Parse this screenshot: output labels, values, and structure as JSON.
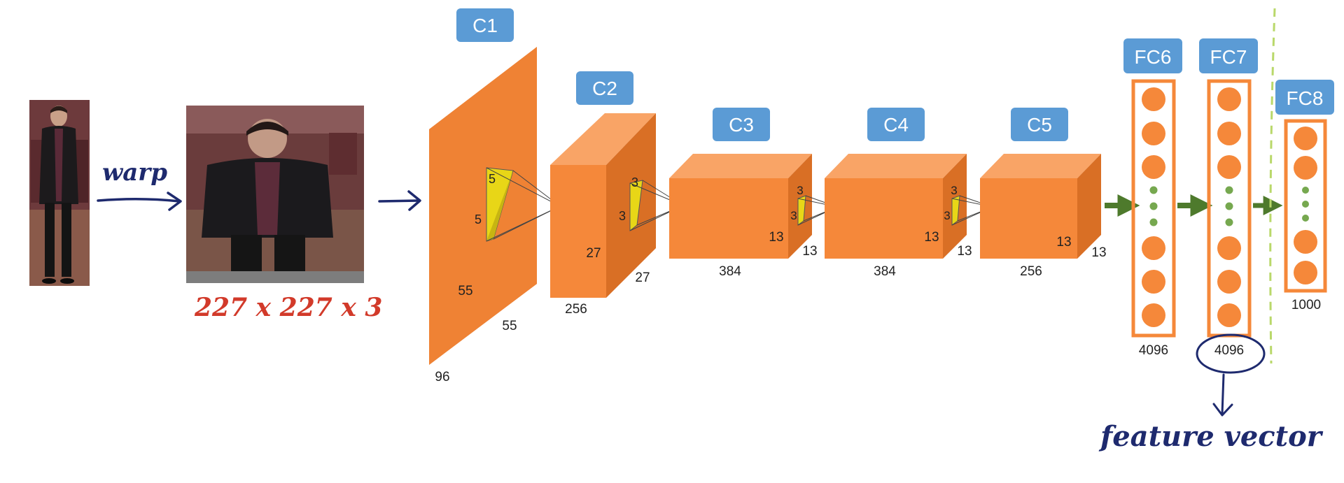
{
  "images": {
    "original_name": "original photo",
    "warped_name": "warped photo"
  },
  "annotations": {
    "warp": "warp",
    "input_size": "227 x 227 x 3",
    "feature_vector": "feature vector"
  },
  "layers": {
    "c1": {
      "label": "C1",
      "depth": "96",
      "height": "55",
      "width": "55",
      "kernel_a": "5",
      "kernel_b": "5"
    },
    "c2": {
      "label": "C2",
      "depth": "256",
      "height": "27",
      "width": "27",
      "kernel_a": "3",
      "kernel_b": "3"
    },
    "c3": {
      "label": "C3",
      "depth": "384",
      "height": "13",
      "width": "13",
      "kernel_a": "3",
      "kernel_b": "3"
    },
    "c4": {
      "label": "C4",
      "depth": "384",
      "height": "13",
      "width": "13",
      "kernel_a": "3",
      "kernel_b": "3"
    },
    "c5": {
      "label": "C5",
      "depth": "256",
      "height": "13",
      "width": "13"
    },
    "fc6": {
      "label": "FC6",
      "size": "4096"
    },
    "fc7": {
      "label": "FC7",
      "size": "4096"
    },
    "fc8": {
      "label": "FC8",
      "size": "1000"
    }
  },
  "colors": {
    "label_bg": "#5b9bd5",
    "box_front": "#f5883a",
    "box_top": "#f9a466",
    "box_side": "#d96f25",
    "kernel": "#e8d617",
    "neuron": "#f5883a",
    "dot": "#76a84f",
    "green_arrow": "#4e7a2c",
    "ink": "#1e2a6e",
    "red_ink": "#d23a2a",
    "dash": "#b9d86a"
  }
}
